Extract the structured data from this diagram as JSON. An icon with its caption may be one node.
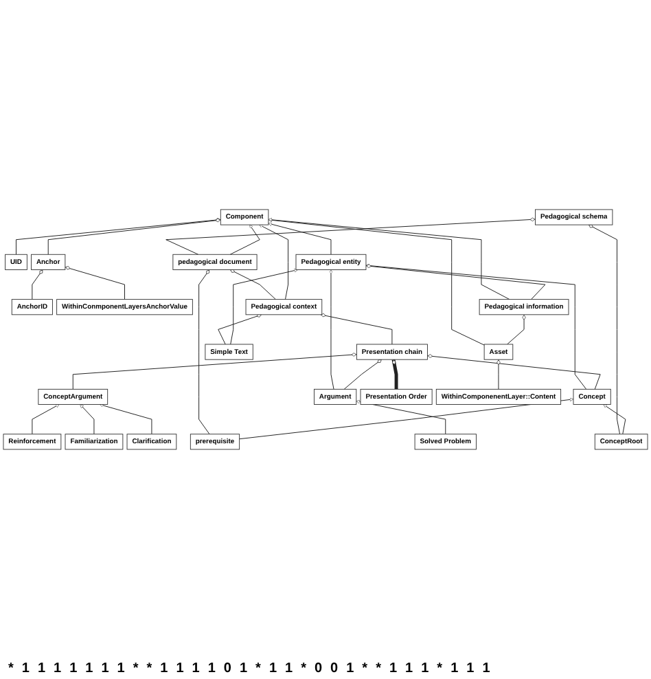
{
  "diagram": {
    "nodes": [
      {
        "text": [
          "UID"
        ]
      },
      {
        "text": [
          "Anchor"
        ]
      },
      {
        "text": [
          "AnchorID"
        ]
      },
      {
        "text": [
          "WithinConmponentLayersAnchorValue"
        ]
      },
      {
        "text": [
          "Pedagogical schema"
        ]
      },
      {
        "text": [
          "prerequisite"
        ]
      },
      {
        "text": [
          "pedagogical document"
        ]
      },
      {
        "text": [
          "ConceptRoot"
        ]
      },
      {
        "text": [
          "Pedagogical context"
        ]
      },
      {
        "text": [
          "Component"
        ]
      },
      {
        "text": [
          "Concept"
        ]
      },
      {
        "text": [
          "Argument"
        ]
      },
      {
        "text": [
          "Presentation chain"
        ]
      },
      {
        "text": [
          "Simple Text"
        ]
      },
      {
        "text": [
          "Solved Problem"
        ]
      },
      {
        "text": [
          "ConceptArgument"
        ]
      },
      {
        "text": [
          "Presentation Order"
        ]
      },
      {
        "text": [
          "Pedagogical entity"
        ]
      },
      {
        "text": [
          "Pedagogical information"
        ]
      },
      {
        "text": [
          "Reinforcement"
        ]
      },
      {
        "text": [
          "Familiarization"
        ]
      },
      {
        "text": [
          "Clarification"
        ]
      },
      {
        "text": [
          "Asset"
        ]
      },
      {
        "text": [
          "WithinComponenentLayer::Content"
        ]
      }
    ],
    "edges": [
      {
        "from": 0,
        "to": 9,
        "arrow": "other"
      },
      {
        "from": 1,
        "to": 9,
        "arrow": "other"
      },
      {
        "from": 2,
        "to": 1,
        "arrow": "other"
      },
      {
        "from": 3,
        "to": 1,
        "arrow": "other"
      },
      {
        "from": 7,
        "to": 4,
        "arrow": "other"
      },
      {
        "from": 6,
        "to": 4,
        "arrow": "other"
      },
      {
        "from": 5,
        "to": 6,
        "arrow": "other"
      },
      {
        "from": 5,
        "to": 10,
        "arrow": "to"
      },
      {
        "from": 6,
        "to": 9,
        "arrow": "to"
      },
      {
        "from": 8,
        "to": 6,
        "arrow": "other"
      },
      {
        "from": 8,
        "to": 9,
        "arrow": "to"
      },
      {
        "from": 12,
        "to": 8,
        "arrow": "other"
      },
      {
        "from": 13,
        "to": 8,
        "arrow": "other"
      },
      {
        "from": 7,
        "to": 10,
        "arrow": "to"
      },
      {
        "from": 10,
        "to": 17,
        "arrow": "to"
      },
      {
        "from": 11,
        "to": 17,
        "arrow": "to"
      },
      {
        "from": 10,
        "to": 12,
        "arrow": "other"
      },
      {
        "from": 11,
        "to": 12,
        "arrow": "other"
      },
      {
        "from": 14,
        "to": 11,
        "arrow": "to"
      },
      {
        "from": 13,
        "to": 17,
        "arrow": "to"
      },
      {
        "from": 15,
        "to": 12,
        "arrow": "other"
      },
      {
        "from": 16,
        "to": 12,
        "arrow": "other",
        "style": "thick"
      },
      {
        "from": 19,
        "to": 15,
        "arrow": "to"
      },
      {
        "from": 20,
        "to": 15,
        "arrow": "to"
      },
      {
        "from": 21,
        "to": 15,
        "arrow": "to"
      },
      {
        "from": 22,
        "to": 9,
        "arrow": "to"
      },
      {
        "from": 18,
        "to": 9,
        "arrow": "to"
      },
      {
        "from": 17,
        "to": 9,
        "arrow": "to"
      },
      {
        "from": 18,
        "to": 17,
        "arrow": "other"
      },
      {
        "from": 22,
        "to": 18,
        "arrow": "other"
      },
      {
        "from": 23,
        "to": 22,
        "arrow": "other"
      }
    ],
    "labels": [
      "*",
      "1",
      "1",
      "1",
      "1",
      "1",
      "1",
      "1",
      "*",
      "*",
      "1",
      "1",
      "1",
      "1",
      "0",
      "1",
      "*",
      "1",
      "1",
      "*",
      "0",
      "0",
      "1",
      "*",
      "*",
      "1",
      "1",
      "1",
      "*",
      "1",
      "1",
      "1"
    ]
  }
}
